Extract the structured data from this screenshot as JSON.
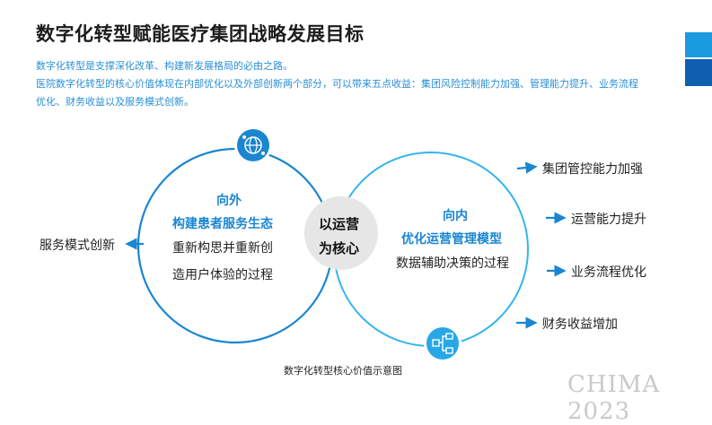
{
  "page": {
    "title": "数字化转型赋能医疗集团战略发展目标",
    "desc_line1": "数字化转型是支撑深化改革、构建新发展格局的必由之路。",
    "desc_line2": "医院数字化转型的核心价值体现在内部优化以及外部创新两个部分，可以带来五点收益：集团风险控制能力加强、管理能力提升、业务流程",
    "desc_line3": "优化、财务收益以及服务模式创新。"
  },
  "diagram": {
    "center": {
      "line1": "以运营",
      "line2": "为核心"
    },
    "outward": {
      "heading": "向外",
      "subheading": "构建患者服务生态",
      "body_line1": "重新构思并重新创",
      "body_line2": "造用户体验的过程",
      "output": "服务模式创新",
      "icon": "globe-network-icon"
    },
    "inward": {
      "heading": "向内",
      "subheading": "优化运营管理模型",
      "body": "数据辅助决策的过程",
      "outputs": [
        "集团管控能力加强",
        "运营能力提升",
        "业务流程优化",
        "财务收益增加"
      ],
      "icon": "hierarchy-icon"
    },
    "caption": "数字化转型核心价值示意图"
  },
  "watermark": "CHIMA 2023",
  "colors": {
    "accent": "#1a86d0",
    "dark_accent": "#0e5fb0",
    "circle_fill": "#e6e6e6"
  }
}
